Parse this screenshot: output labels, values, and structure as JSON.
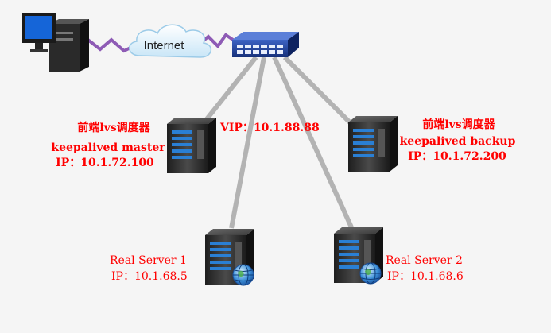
{
  "diagram": {
    "cloud_label": "Internet",
    "vip": "VIP：10.1.88.88",
    "left_director": {
      "title": "前端lvs调度器",
      "role": "keepalived master",
      "ip": "IP：10.1.72.100"
    },
    "right_director": {
      "title": "前端lvs调度器",
      "role": "keepalived backup",
      "ip": "IP：10.1.72.200"
    },
    "real_server_1": {
      "name": "Real Server 1",
      "ip": "IP：10.1.68.5"
    },
    "real_server_2": {
      "name": "Real Server 2",
      "ip": "IP：10.1.68.6"
    }
  },
  "colors": {
    "label_text": "#ff0000",
    "link_line": "#b3b3b3",
    "wan_link": "#8e5bb5",
    "switch": "#1f3f8f",
    "server_body": "#2b2b2b",
    "server_led": "#2a7fd4"
  }
}
